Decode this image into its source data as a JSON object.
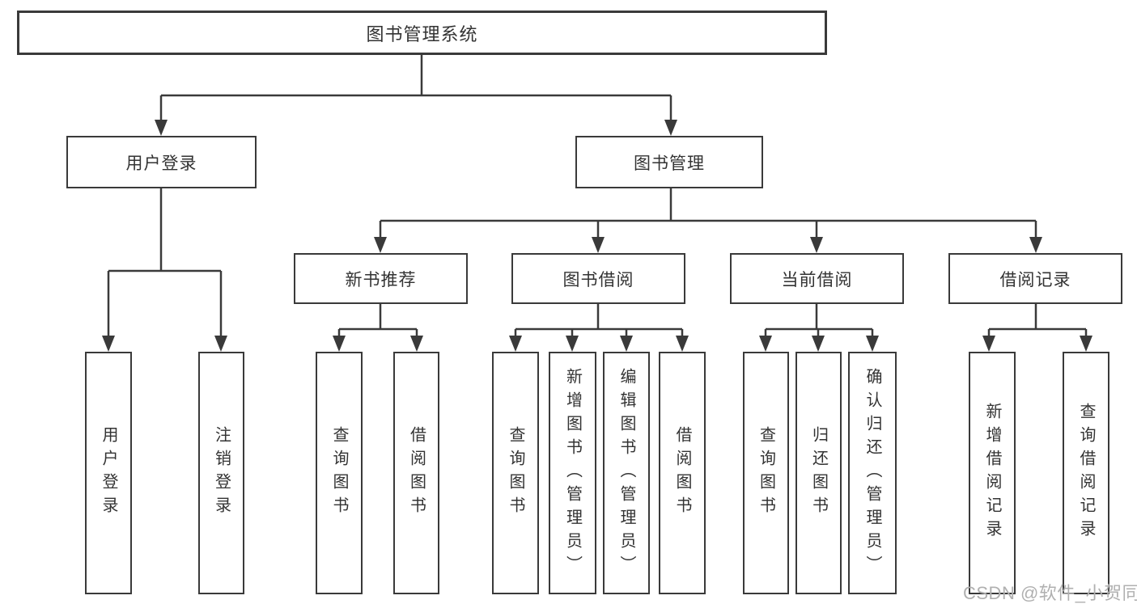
{
  "diagram": {
    "title_node": "图书管理系统",
    "level2": {
      "user_login": "用户登录",
      "book_management": "图书管理"
    },
    "level3": {
      "new_book_recommend": "新书推荐",
      "book_borrowing": "图书借阅",
      "current_borrowing": "当前借阅",
      "borrowing_records": "借阅记录"
    },
    "leaves": {
      "user_login_leaf": "用户登录",
      "logout": "注销登录",
      "query_books_recommend": "查询图书",
      "borrow_books_recommend": "借阅图书",
      "query_books_borrowing": "查询图书",
      "add_book_admin": "新增图书（管理员）",
      "edit_book_admin": "编辑图书（管理员）",
      "borrow_books_borrowing": "借阅图书",
      "query_books_current": "查询图书",
      "return_books": "归还图书",
      "confirm_return_admin": "确认归还（管理员）",
      "add_borrowing_record": "新增借阅记录",
      "query_borrowing_record": "查询借阅记录"
    }
  },
  "colors": {
    "line": "#3a3a3a",
    "text": "#333333",
    "background": "#ffffff",
    "watermark": "#b0b0b0"
  },
  "watermark": "CSDN @软件_小贺同学"
}
